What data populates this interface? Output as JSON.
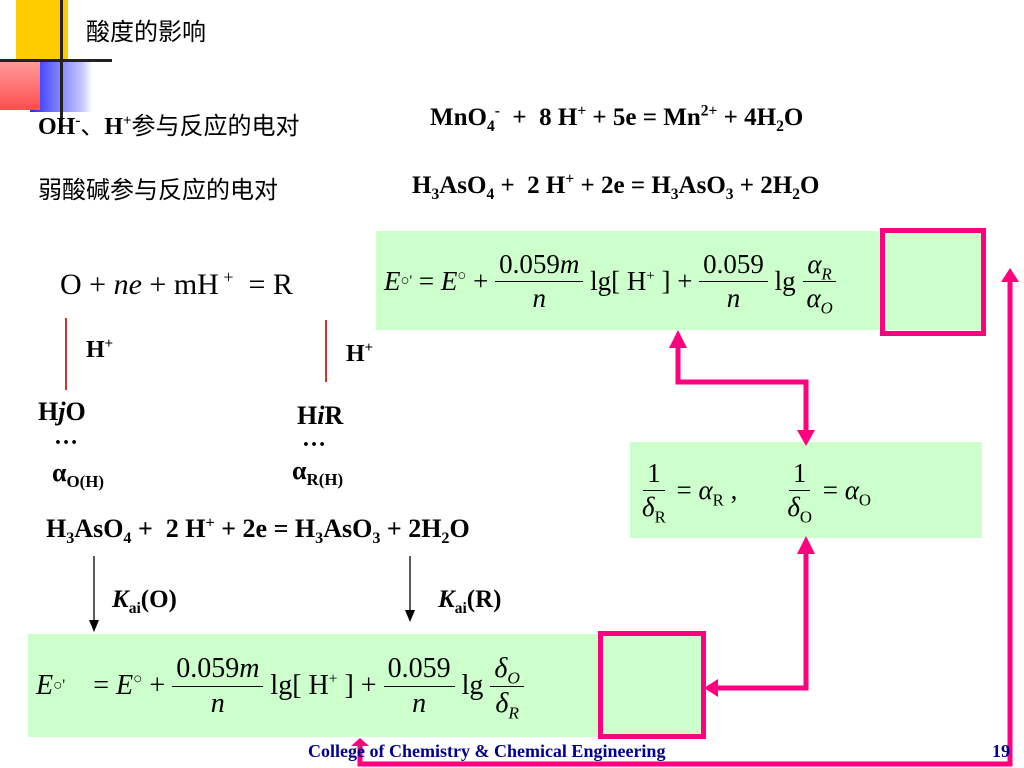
{
  "slide": {
    "title": "酸度的影响",
    "page_number": "19",
    "footer": "College of Chemistry & Chemical Engineering"
  },
  "line1": {
    "label": "OH⁻、H⁺参与反应的电对",
    "equation": "MnO4- + 8 H+ + 5e = Mn2+ + 4H2O"
  },
  "line2": {
    "label": "弱酸碱参与反应的电对",
    "equation": "H3AsO4 + 2 H+ + 2e = H3AsO3 + 2H2O"
  },
  "general_reaction": "O + ne + mH+ = R",
  "left_branch": {
    "proton": "H+",
    "species": "HjO",
    "dots": "…",
    "alpha": "αO(H)"
  },
  "right_branch": {
    "proton": "H+",
    "species": "HiR",
    "dots": "…",
    "alpha": "αR(H)"
  },
  "arsenic_equation": "H3AsO4 + 2 H+ + 2e = H3AsO3 + 2H2O",
  "ka_labels": {
    "oxidized": "Kai(O)",
    "reduced": "Kai(R)"
  },
  "formula_top": {
    "lhs": "E°'",
    "e0": "E°",
    "coef_num": "0.059 m",
    "coef_den": "n",
    "lg_h": "lg[ H+ ]",
    "coef2_num": "0.059",
    "coef2_den": "n",
    "lg": "lg",
    "ratio_num": "αR",
    "ratio_den": "αO"
  },
  "formula_middle": {
    "left_num": "1",
    "left_den": "δR",
    "left_rhs": "= αR ,",
    "right_num": "1",
    "right_den": "δO",
    "right_rhs": "= αO"
  },
  "formula_bottom": {
    "lhs": "E°'",
    "e0": "= E°",
    "coef_num": "0.059 m",
    "coef_den": "n",
    "lg_h": "lg[ H+ ]",
    "coef2_num": "0.059",
    "coef2_den": "n",
    "lg": "lg",
    "ratio_num": "δO",
    "ratio_den": "δR"
  },
  "colors": {
    "highlight_green": "#ccffcc",
    "arrow_pink": "#ff007f",
    "footer_blue": "#00008b",
    "deco_yellow": "#ffcc00",
    "deco_blue": "#3333ff",
    "deco_red": "#ff6666"
  }
}
